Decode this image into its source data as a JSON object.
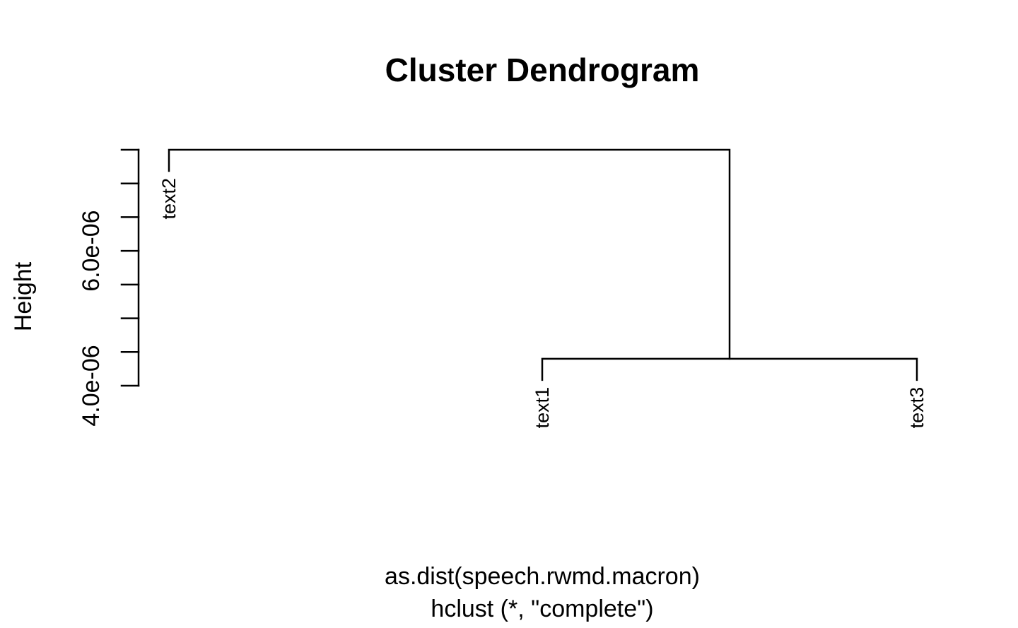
{
  "chart_data": {
    "type": "dendrogram",
    "title": "Cluster Dendrogram",
    "ylabel": "Height",
    "xlabel": "as.dist(speech.rwmd.macron)",
    "sublabel": "hclust (*, \"complete\")",
    "ylim": [
      4e-06,
      7.5e-06
    ],
    "yticks": [
      4e-06,
      4.5e-06,
      5e-06,
      5.5e-06,
      6e-06,
      6.5e-06,
      7e-06,
      7.5e-06
    ],
    "ytick_labels": [
      {
        "value": 4e-06,
        "label": "4.0e-06"
      },
      {
        "value": 6e-06,
        "label": "6.0e-06"
      }
    ],
    "leaves": [
      "text2",
      "text1",
      "text3"
    ],
    "merges": [
      {
        "left": "text1",
        "right": "text3",
        "height": 4.4e-06
      },
      {
        "left": "text2",
        "right": "text1+text3",
        "height": 7.5e-06
      }
    ]
  }
}
